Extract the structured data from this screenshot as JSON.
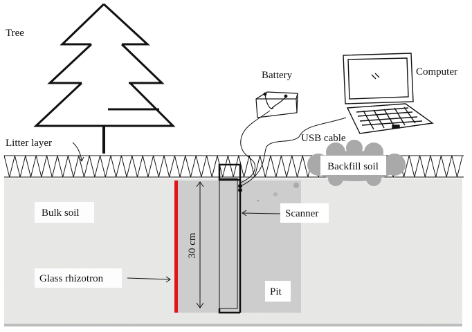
{
  "labels": {
    "tree": "Tree",
    "battery": "Battery",
    "computer": "Computer",
    "usb_cable": "USB  cable",
    "litter_layer": "Litter layer",
    "backfill_soil": "Backfill soil",
    "bulk_soil": "Bulk soil",
    "scanner": "Scanner",
    "depth": "30 cm",
    "glass_rhizotron": "Glass rhizotron",
    "pit": "Pit"
  },
  "colors": {
    "soil": "#e6e6e4",
    "pit": "#cdcdcd",
    "rhizotron": "#e0141c",
    "backfill": "#a9a9a9"
  }
}
